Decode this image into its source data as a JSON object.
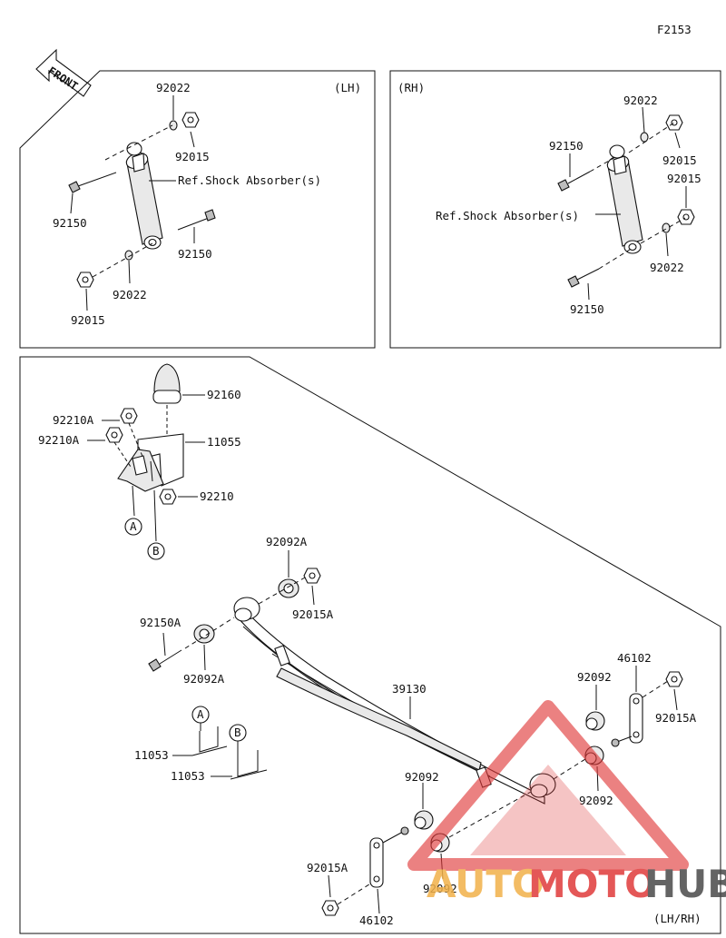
{
  "figure_id": "F2153",
  "front_label": "FRONT",
  "panels": {
    "lh": {
      "title": "(LH)",
      "ref_label": "Ref.Shock Absorber(s)"
    },
    "rh": {
      "title": "(RH)",
      "ref_label": "Ref.Shock Absorber(s)"
    },
    "main": {
      "corner_label": "(LH/RH)"
    }
  },
  "callouts": {
    "lh_92022_top": "92022",
    "lh_92015_top": "92015",
    "lh_92150_left": "92150",
    "lh_92150_right": "92150",
    "lh_92022_bottom": "92022",
    "lh_92015_bottom": "92015",
    "rh_92022_top": "92022",
    "rh_92150_top": "92150",
    "rh_92015_top": "92015",
    "rh_92015_mid": "92015",
    "rh_92022_bottom": "92022",
    "rh_92150_bottom": "92150",
    "m_92160": "92160",
    "m_92210A_1": "92210A",
    "m_92210A_2": "92210A",
    "m_11055": "11055",
    "m_92210": "92210",
    "m_92092A_top": "92092A",
    "m_92015A_top": "92015A",
    "m_92150A": "92150A",
    "m_92092A_left": "92092A",
    "m_39130": "39130",
    "m_46102_top": "46102",
    "m_92092_upper": "92092",
    "m_92015A_right": "92015A",
    "m_92092_mid": "92092",
    "m_11053_a": "11053",
    "m_11053_b": "11053",
    "m_92092_left": "92092",
    "m_92092_bottom": "92092",
    "m_92015A_bottom": "92015A",
    "m_46102_bottom": "46102"
  },
  "circle_refs": {
    "a1": "A",
    "b1": "B",
    "a2": "A",
    "b2": "B"
  },
  "watermark": {
    "part1": "AUTO",
    "part2": "MOTO",
    "part3": "HUB"
  },
  "colors": {
    "watermark_red": "#e03a3a",
    "watermark_orange": "#f2b14a",
    "watermark_grey": "#4a4a4a",
    "line": "#111111"
  }
}
